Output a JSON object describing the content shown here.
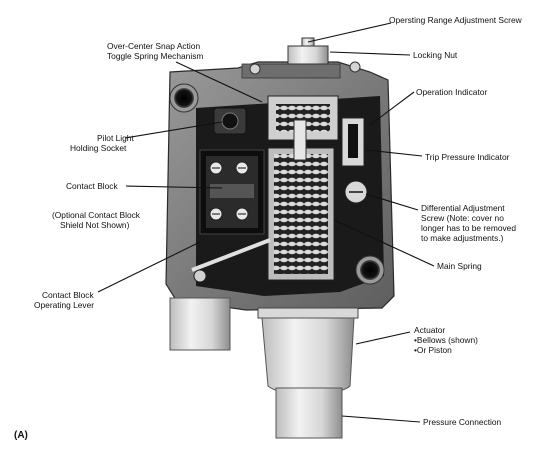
{
  "figure": {
    "panel_label": "(A)"
  },
  "labels": {
    "operating_range_screw": "Opersting Range Adjustment Screw",
    "locking_nut": "Locking Nut",
    "snap_action_1": "Over-Center Snap Action",
    "snap_action_2": "Toggle Spring Mechanism",
    "operation_indicator": "Operation Indicator",
    "pilot_light_1": "Pilot Light",
    "pilot_light_2": "Holding Socket",
    "trip_pressure_indicator": "Trip Pressure Indicator",
    "contact_block": "Contact Block",
    "optional_shield_1": "(Optional Contact Block",
    "optional_shield_2": "Shield Not Shown)",
    "differential_1": "Differential Adjustment",
    "differential_2": "Screw (Note: cover no",
    "differential_3": "longer has to be removed",
    "differential_4": "to make adjustments.)",
    "main_spring": "Main Spring",
    "operating_lever_1": "Contact Block",
    "operating_lever_2": "Operating Lever",
    "actuator": "Actuator",
    "actuator_bellows": "•Bellows (shown)",
    "actuator_piston": "•Or Piston",
    "pressure_connection": "Pressure Connection"
  }
}
